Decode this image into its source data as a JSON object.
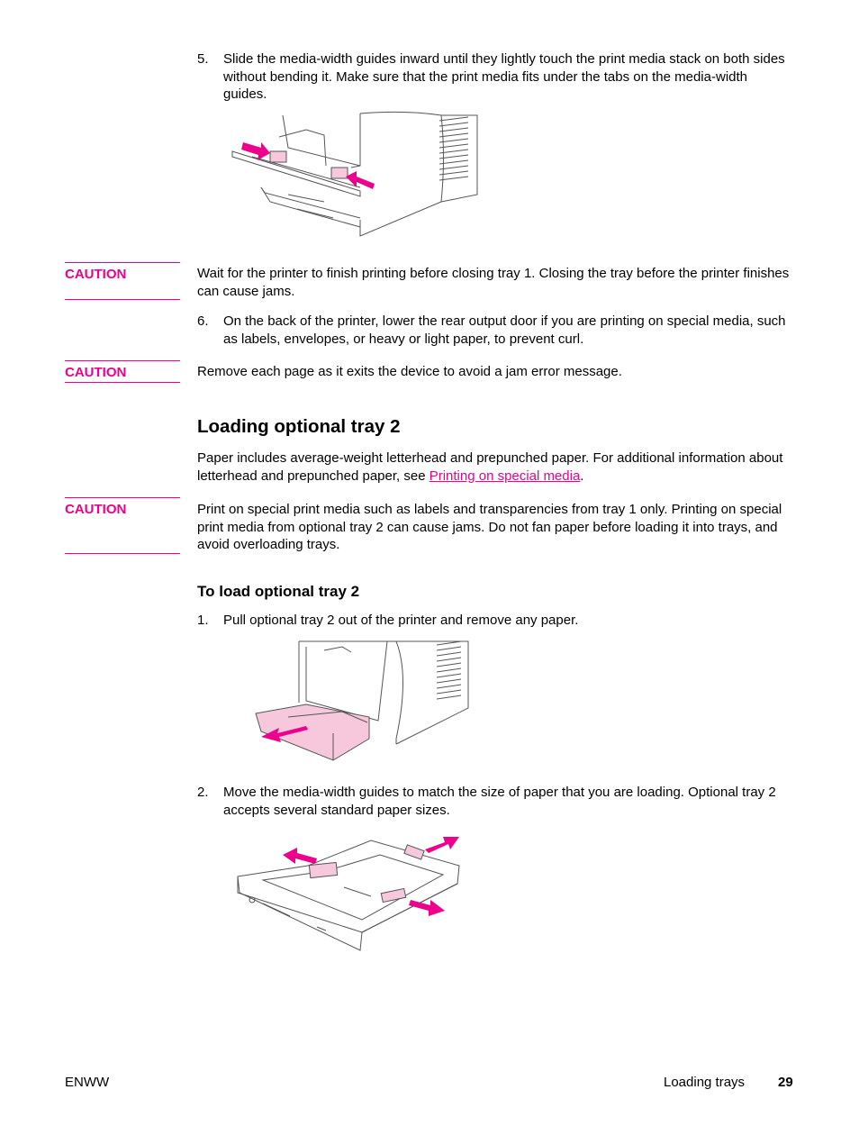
{
  "steps": {
    "s5": {
      "num": "5.",
      "text": "Slide the media-width guides inward until they lightly touch the print media stack on both sides without bending it. Make sure that the print media fits under the tabs on the media-width guides."
    },
    "s6": {
      "num": "6.",
      "text": "On the back of the printer, lower the rear output door if you are printing on special media, such as labels, envelopes, or heavy or light paper, to prevent curl."
    },
    "t1": {
      "num": "1.",
      "text": "Pull optional tray 2 out of the printer and remove any paper."
    },
    "t2": {
      "num": "2.",
      "text": "Move the media-width guides to match the size of paper that you are loading. Optional tray 2 accepts several standard paper sizes."
    }
  },
  "cautions": [
    {
      "label": "CAUTION",
      "text": "Wait for the printer to finish printing before closing tray 1. Closing the tray before the printer finishes can cause jams."
    },
    {
      "label": "CAUTION",
      "text": "Remove each page as it exits the device to avoid a jam error message."
    },
    {
      "label": "CAUTION",
      "text": "Print on special print media such as labels and transparencies from tray 1 only. Printing on special print media from optional tray 2 can cause jams. Do not fan paper before loading it into trays, and avoid overloading trays."
    }
  ],
  "section": {
    "heading": "Loading optional tray 2",
    "intro_before_link": "Paper includes average-weight letterhead and prepunched paper. For additional information about letterhead and prepunched paper, see ",
    "intro_link": "Printing on special media",
    "intro_after_link": ".",
    "subheading": "To load optional tray 2"
  },
  "footer": {
    "left": "ENWW",
    "section": "Loading trays",
    "page": "29"
  },
  "colors": {
    "accent": "#ec008c"
  }
}
